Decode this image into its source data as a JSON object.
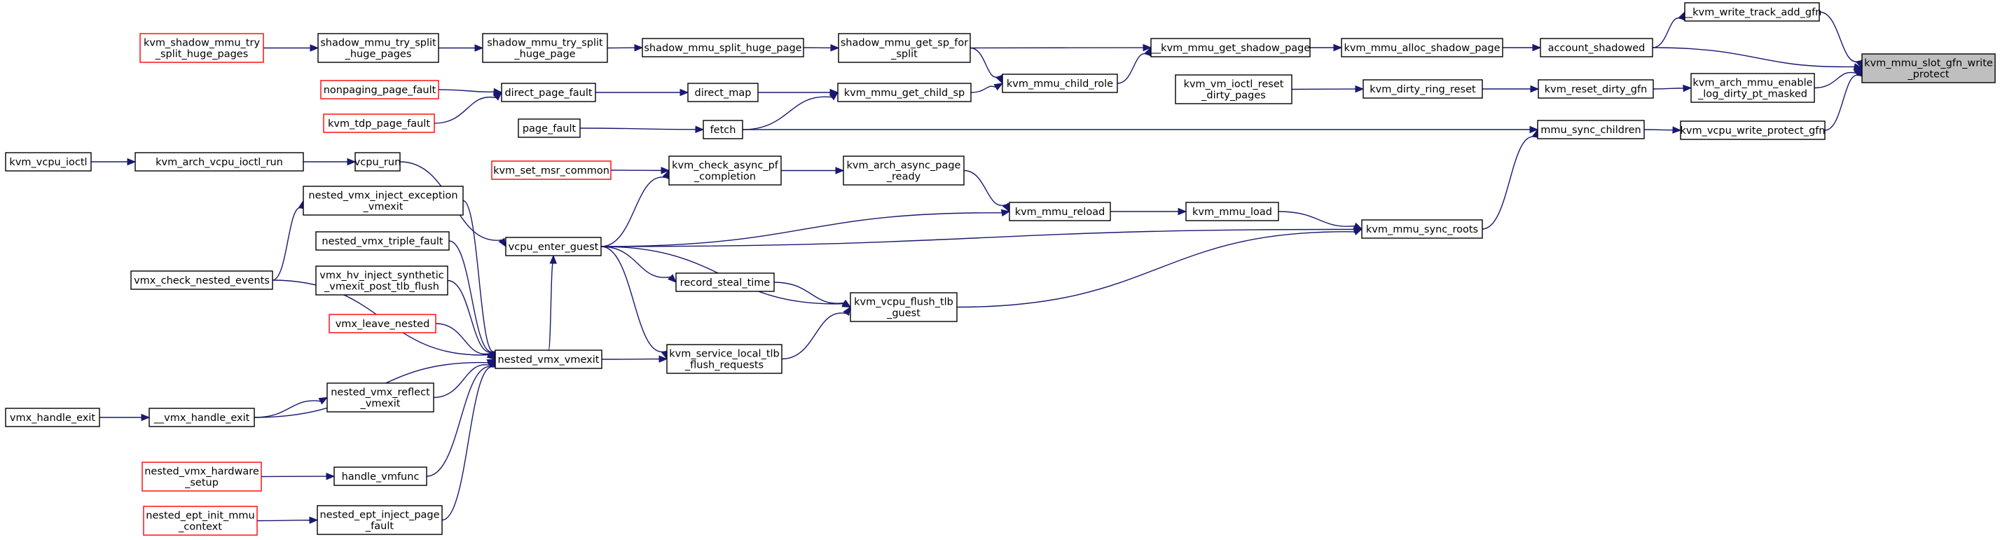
{
  "diagram": {
    "colors": {
      "edge": "#191970",
      "node_border": "#000000",
      "truncated_border": "#ff0000",
      "root_fill": "#bfbfbf",
      "background": "#ffffff"
    },
    "nodes": [
      {
        "id": "root",
        "lines": [
          "kvm_mmu_slot_gfn_write",
          "_protect"
        ],
        "style": "root"
      },
      {
        "id": "write_track_add_gfn",
        "lines": [
          "__kvm_write_track_add_gfn"
        ]
      },
      {
        "id": "account_shadowed",
        "lines": [
          "account_shadowed"
        ]
      },
      {
        "id": "arch_mmu_enable_log_dirty",
        "lines": [
          "kvm_arch_mmu_enable",
          "_log_dirty_pt_masked"
        ]
      },
      {
        "id": "reset_dirty_gfn",
        "lines": [
          "kvm_reset_dirty_gfn"
        ]
      },
      {
        "id": "vcpu_write_protect_gfn",
        "lines": [
          "kvm_vcpu_write_protect_gfn"
        ]
      },
      {
        "id": "mmu_sync_children",
        "lines": [
          "mmu_sync_children"
        ]
      },
      {
        "id": "kvm_mmu_alloc_shadow_page",
        "lines": [
          "kvm_mmu_alloc_shadow_page"
        ]
      },
      {
        "id": "kvm_dirty_ring_reset",
        "lines": [
          "kvm_dirty_ring_reset"
        ]
      },
      {
        "id": "kvm_vm_ioctl_reset_dirty_pages",
        "lines": [
          "kvm_vm_ioctl_reset",
          "_dirty_pages"
        ]
      },
      {
        "id": "kvm_mmu_get_shadow_page",
        "lines": [
          "__kvm_mmu_get_shadow_page"
        ]
      },
      {
        "id": "kvm_mmu_sync_roots",
        "lines": [
          "kvm_mmu_sync_roots"
        ]
      },
      {
        "id": "shadow_mmu_get_sp_for_split",
        "lines": [
          "shadow_mmu_get_sp_for",
          "_split"
        ]
      },
      {
        "id": "kvm_mmu_child_role",
        "lines": [
          "kvm_mmu_child_role"
        ]
      },
      {
        "id": "shadow_mmu_split_huge_page",
        "lines": [
          "shadow_mmu_split_huge_page"
        ]
      },
      {
        "id": "shadow_mmu_try_split_huge_page",
        "lines": [
          "shadow_mmu_try_split",
          "_huge_page"
        ]
      },
      {
        "id": "shadow_mmu_try_split_huge_pages",
        "lines": [
          "shadow_mmu_try_split",
          "_huge_pages"
        ]
      },
      {
        "id": "kvm_shadow_mmu_try_split_huge_pages",
        "lines": [
          "kvm_shadow_mmu_try",
          "_split_huge_pages"
        ],
        "style": "truncated"
      },
      {
        "id": "kvm_mmu_get_child_sp",
        "lines": [
          "kvm_mmu_get_child_sp"
        ]
      },
      {
        "id": "direct_map",
        "lines": [
          "direct_map"
        ]
      },
      {
        "id": "fetch",
        "lines": [
          "fetch"
        ]
      },
      {
        "id": "direct_page_fault",
        "lines": [
          "direct_page_fault"
        ]
      },
      {
        "id": "nonpaging_page_fault",
        "lines": [
          "nonpaging_page_fault"
        ],
        "style": "truncated"
      },
      {
        "id": "kvm_tdp_page_fault",
        "lines": [
          "kvm_tdp_page_fault"
        ],
        "style": "truncated"
      },
      {
        "id": "page_fault",
        "lines": [
          "page_fault"
        ]
      },
      {
        "id": "kvm_mmu_load",
        "lines": [
          "kvm_mmu_load"
        ]
      },
      {
        "id": "kvm_mmu_reload",
        "lines": [
          "kvm_mmu_reload"
        ]
      },
      {
        "id": "kvm_vcpu_flush_tlb_guest",
        "lines": [
          "kvm_vcpu_flush_tlb",
          "_guest"
        ]
      },
      {
        "id": "kvm_arch_async_page_ready",
        "lines": [
          "kvm_arch_async_page",
          "_ready"
        ]
      },
      {
        "id": "kvm_check_async_pf_completion",
        "lines": [
          "kvm_check_async_pf",
          "_completion"
        ]
      },
      {
        "id": "kvm_set_msr_common",
        "lines": [
          "kvm_set_msr_common"
        ],
        "style": "truncated"
      },
      {
        "id": "vcpu_enter_guest",
        "lines": [
          "vcpu_enter_guest"
        ]
      },
      {
        "id": "record_steal_time",
        "lines": [
          "record_steal_time"
        ]
      },
      {
        "id": "kvm_service_local_tlb_flush_requests",
        "lines": [
          "kvm_service_local_tlb",
          "_flush_requests"
        ]
      },
      {
        "id": "vcpu_run",
        "lines": [
          "vcpu_run"
        ]
      },
      {
        "id": "kvm_arch_vcpu_ioctl_run",
        "lines": [
          "kvm_arch_vcpu_ioctl_run"
        ]
      },
      {
        "id": "kvm_vcpu_ioctl",
        "lines": [
          "kvm_vcpu_ioctl"
        ]
      },
      {
        "id": "nested_vmx_vmexit",
        "lines": [
          "nested_vmx_vmexit"
        ]
      },
      {
        "id": "nested_vmx_inject_exception_vmexit",
        "lines": [
          "nested_vmx_inject_exception",
          "_vmexit"
        ]
      },
      {
        "id": "nested_vmx_triple_fault",
        "lines": [
          "nested_vmx_triple_fault"
        ]
      },
      {
        "id": "vmx_hv_inject_synthetic_vmexit",
        "lines": [
          "vmx_hv_inject_synthetic",
          "_vmexit_post_tlb_flush"
        ]
      },
      {
        "id": "vmx_leave_nested",
        "lines": [
          "vmx_leave_nested"
        ],
        "style": "truncated"
      },
      {
        "id": "nested_vmx_reflect_vmexit",
        "lines": [
          "nested_vmx_reflect",
          "_vmexit"
        ]
      },
      {
        "id": "handle_vmfunc",
        "lines": [
          "handle_vmfunc"
        ]
      },
      {
        "id": "nested_ept_inject_page_fault",
        "lines": [
          "nested_ept_inject_page",
          "_fault"
        ]
      },
      {
        "id": "vmx_check_nested_events",
        "lines": [
          "vmx_check_nested_events"
        ]
      },
      {
        "id": "vmx_handle_exit_inner",
        "lines": [
          "__vmx_handle_exit"
        ]
      },
      {
        "id": "vmx_handle_exit",
        "lines": [
          "vmx_handle_exit"
        ]
      },
      {
        "id": "nested_vmx_hardware_setup",
        "lines": [
          "nested_vmx_hardware",
          "_setup"
        ],
        "style": "truncated"
      },
      {
        "id": "nested_ept_init_mmu_context",
        "lines": [
          "nested_ept_init_mmu",
          "_context"
        ],
        "style": "truncated"
      }
    ],
    "edges": [
      {
        "from": "write_track_add_gfn",
        "to": "root"
      },
      {
        "from": "account_shadowed",
        "to": "root"
      },
      {
        "from": "arch_mmu_enable_log_dirty",
        "to": "root"
      },
      {
        "from": "vcpu_write_protect_gfn",
        "to": "root"
      },
      {
        "from": "account_shadowed",
        "to": "write_track_add_gfn"
      },
      {
        "from": "kvm_mmu_alloc_shadow_page",
        "to": "account_shadowed"
      },
      {
        "from": "reset_dirty_gfn",
        "to": "arch_mmu_enable_log_dirty"
      },
      {
        "from": "mmu_sync_children",
        "to": "vcpu_write_protect_gfn"
      },
      {
        "from": "kvm_dirty_ring_reset",
        "to": "reset_dirty_gfn"
      },
      {
        "from": "kvm_vm_ioctl_reset_dirty_pages",
        "to": "kvm_dirty_ring_reset"
      },
      {
        "from": "kvm_mmu_get_shadow_page",
        "to": "kvm_mmu_alloc_shadow_page"
      },
      {
        "from": "kvm_mmu_sync_roots",
        "to": "mmu_sync_children"
      },
      {
        "from": "fetch",
        "to": "mmu_sync_children"
      },
      {
        "from": "shadow_mmu_get_sp_for_split",
        "to": "kvm_mmu_get_shadow_page"
      },
      {
        "from": "kvm_mmu_child_role",
        "to": "kvm_mmu_get_shadow_page"
      },
      {
        "from": "shadow_mmu_get_sp_for_split",
        "to": "kvm_mmu_child_role"
      },
      {
        "from": "kvm_mmu_get_child_sp",
        "to": "kvm_mmu_child_role"
      },
      {
        "from": "shadow_mmu_split_huge_page",
        "to": "shadow_mmu_get_sp_for_split"
      },
      {
        "from": "shadow_mmu_try_split_huge_page",
        "to": "shadow_mmu_split_huge_page"
      },
      {
        "from": "shadow_mmu_try_split_huge_pages",
        "to": "shadow_mmu_try_split_huge_page"
      },
      {
        "from": "kvm_shadow_mmu_try_split_huge_pages",
        "to": "shadow_mmu_try_split_huge_pages"
      },
      {
        "from": "direct_map",
        "to": "kvm_mmu_get_child_sp"
      },
      {
        "from": "fetch",
        "to": "kvm_mmu_get_child_sp"
      },
      {
        "from": "direct_page_fault",
        "to": "direct_map"
      },
      {
        "from": "nonpaging_page_fault",
        "to": "direct_page_fault"
      },
      {
        "from": "kvm_tdp_page_fault",
        "to": "direct_page_fault"
      },
      {
        "from": "page_fault",
        "to": "fetch"
      },
      {
        "from": "kvm_mmu_load",
        "to": "kvm_mmu_sync_roots"
      },
      {
        "from": "vcpu_enter_guest",
        "to": "kvm_mmu_sync_roots"
      },
      {
        "from": "kvm_vcpu_flush_tlb_guest",
        "to": "kvm_mmu_sync_roots"
      },
      {
        "from": "kvm_mmu_reload",
        "to": "kvm_mmu_load"
      },
      {
        "from": "kvm_arch_async_page_ready",
        "to": "kvm_mmu_reload"
      },
      {
        "from": "vcpu_enter_guest",
        "to": "kvm_mmu_reload"
      },
      {
        "from": "kvm_check_async_pf_completion",
        "to": "kvm_arch_async_page_ready"
      },
      {
        "from": "kvm_set_msr_common",
        "to": "kvm_check_async_pf_completion"
      },
      {
        "from": "vcpu_enter_guest",
        "to": "kvm_check_async_pf_completion"
      },
      {
        "from": "vcpu_run",
        "to": "vcpu_enter_guest"
      },
      {
        "from": "nested_vmx_vmexit",
        "to": "vcpu_enter_guest"
      },
      {
        "from": "vcpu_enter_guest",
        "to": "record_steal_time"
      },
      {
        "from": "record_steal_time",
        "to": "kvm_vcpu_flush_tlb_guest"
      },
      {
        "from": "vcpu_enter_guest",
        "to": "kvm_vcpu_flush_tlb_guest"
      },
      {
        "from": "kvm_service_local_tlb_flush_requests",
        "to": "kvm_vcpu_flush_tlb_guest"
      },
      {
        "from": "vcpu_enter_guest",
        "to": "kvm_service_local_tlb_flush_requests"
      },
      {
        "from": "nested_vmx_vmexit",
        "to": "kvm_service_local_tlb_flush_requests"
      },
      {
        "from": "kvm_arch_vcpu_ioctl_run",
        "to": "vcpu_run"
      },
      {
        "from": "kvm_vcpu_ioctl",
        "to": "kvm_arch_vcpu_ioctl_run"
      },
      {
        "from": "nested_vmx_inject_exception_vmexit",
        "to": "nested_vmx_vmexit"
      },
      {
        "from": "nested_vmx_triple_fault",
        "to": "nested_vmx_vmexit"
      },
      {
        "from": "vmx_hv_inject_synthetic_vmexit",
        "to": "nested_vmx_vmexit"
      },
      {
        "from": "vmx_leave_nested",
        "to": "nested_vmx_vmexit"
      },
      {
        "from": "nested_vmx_reflect_vmexit",
        "to": "nested_vmx_vmexit"
      },
      {
        "from": "handle_vmfunc",
        "to": "nested_vmx_vmexit"
      },
      {
        "from": "nested_ept_inject_page_fault",
        "to": "nested_vmx_vmexit"
      },
      {
        "from": "vmx_check_nested_events",
        "to": "nested_vmx_vmexit"
      },
      {
        "from": "vmx_handle_exit_inner",
        "to": "nested_vmx_vmexit"
      },
      {
        "from": "vmx_check_nested_events",
        "to": "nested_vmx_inject_exception_vmexit"
      },
      {
        "from": "vmx_handle_exit_inner",
        "to": "nested_vmx_reflect_vmexit"
      },
      {
        "from": "vmx_handle_exit",
        "to": "vmx_handle_exit_inner"
      },
      {
        "from": "nested_vmx_hardware_setup",
        "to": "handle_vmfunc"
      },
      {
        "from": "nested_ept_init_mmu_context",
        "to": "nested_ept_inject_page_fault"
      }
    ]
  }
}
